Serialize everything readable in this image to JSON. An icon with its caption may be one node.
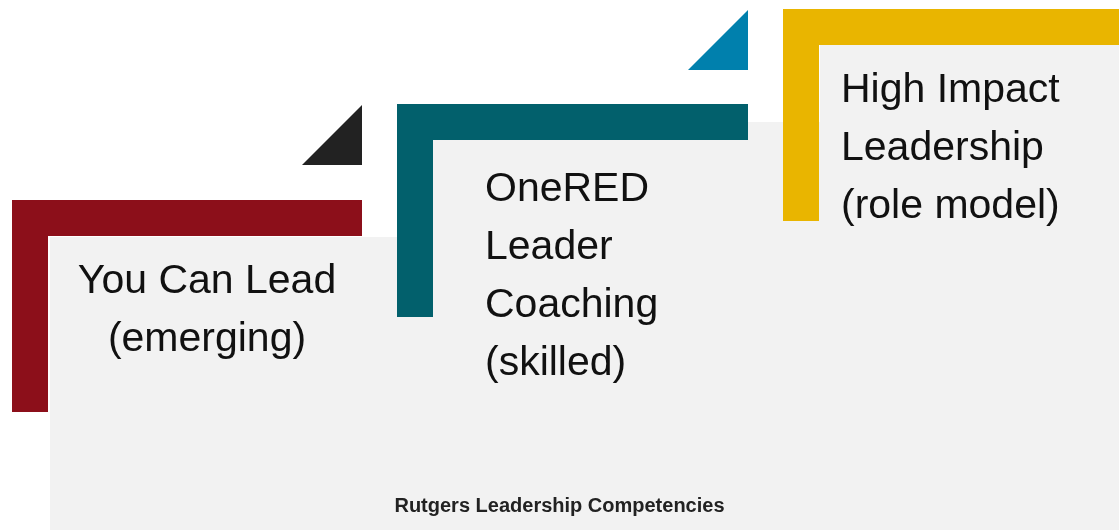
{
  "diagram": {
    "caption": "Rutgers Leadership Competencies",
    "nodes": [
      {
        "text": [
          "You Can Lead (emerging)"
        ]
      },
      {
        "text": [
          "OneRED Leader Coaching (skilled)"
        ]
      },
      {
        "text": [
          "High Impact Leadership (role model)"
        ]
      }
    ]
  }
}
